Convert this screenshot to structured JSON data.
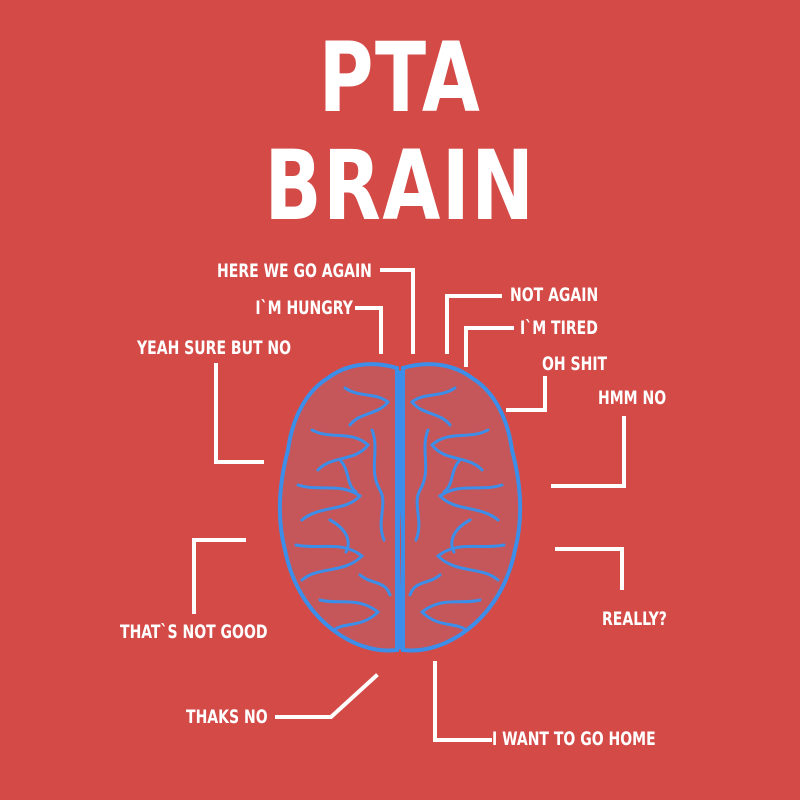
{
  "title": {
    "line1": "PTA",
    "line2": "BRAIN"
  },
  "labels": {
    "here_we_go_again": "HERE WE GO AGAIN",
    "im_hungry": "I`M HUNGRY",
    "yeah_sure_but_no": "YEAH SURE BUT NO",
    "not_again": "NOT AGAIN",
    "im_tired": "I`M TIRED",
    "oh_shit": "OH SHIT",
    "hmm_no": "HMM NO",
    "thats_not_good": "THAT`S NOT GOOD",
    "really": "REALLY?",
    "thaks_no": "THAKS NO",
    "i_want_to_go_home": "I WANT TO GO HOME"
  },
  "colors": {
    "background": "#d44a47",
    "text": "#ffffff",
    "brain_outline": "#3d8ee8",
    "brain_fill": "#c5565a"
  }
}
